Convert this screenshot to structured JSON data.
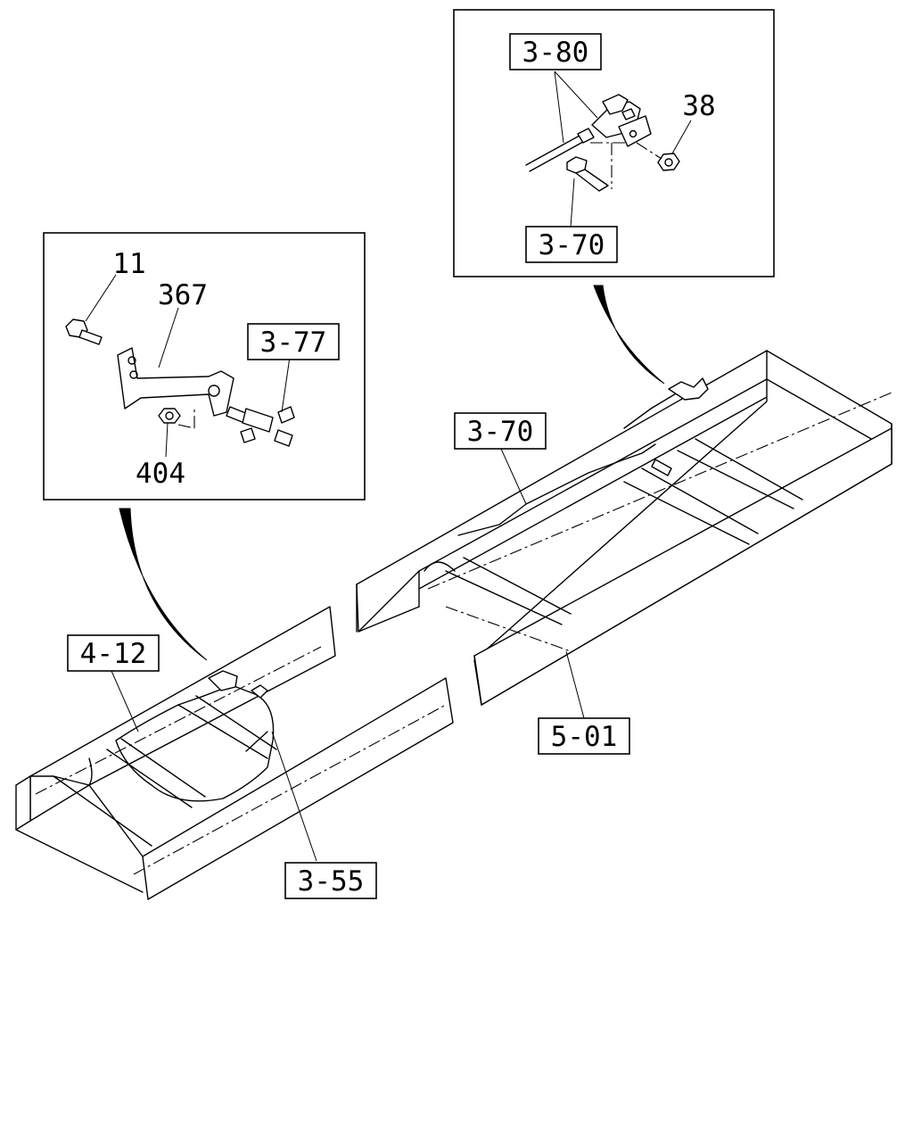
{
  "diagram": {
    "callouts": [
      {
        "id": "c-3-80",
        "text": "3-80",
        "boxed": true
      },
      {
        "id": "c-38",
        "text": "38",
        "boxed": false
      },
      {
        "id": "c-3-70-top",
        "text": "3-70",
        "boxed": true
      },
      {
        "id": "c-11",
        "text": "11",
        "boxed": false
      },
      {
        "id": "c-367",
        "text": "367",
        "boxed": false
      },
      {
        "id": "c-3-77",
        "text": "3-77",
        "boxed": true
      },
      {
        "id": "c-404",
        "text": "404",
        "boxed": false
      },
      {
        "id": "c-3-70-mid",
        "text": "3-70",
        "boxed": true
      },
      {
        "id": "c-4-12",
        "text": "4-12",
        "boxed": true
      },
      {
        "id": "c-5-01",
        "text": "5-01",
        "boxed": true
      },
      {
        "id": "c-3-55",
        "text": "3-55",
        "boxed": true
      }
    ]
  }
}
